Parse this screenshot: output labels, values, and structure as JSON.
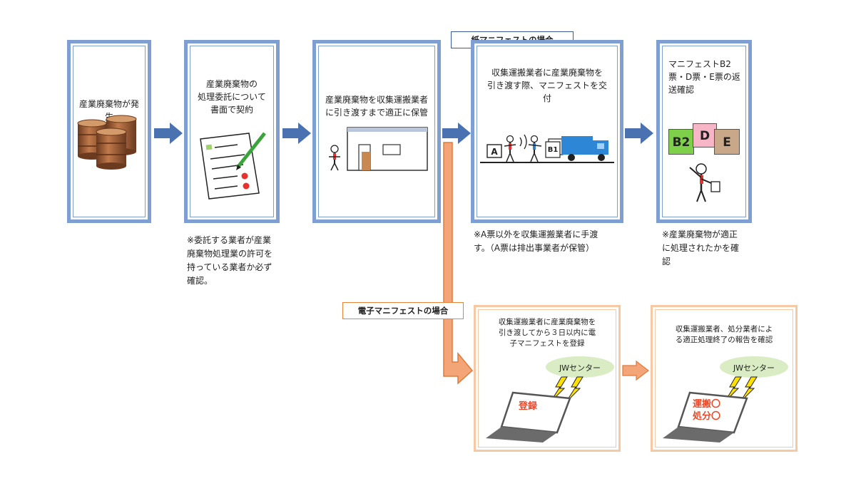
{
  "paper_label": "紙マニフェストの場合",
  "electronic_label": "電子マニフェストの場合",
  "steps": [
    {
      "text": "産業廃棄物が発生"
    },
    {
      "text_lines": [
        "産業廃棄物の",
        "処理委託について",
        "書面で契約"
      ]
    },
    {
      "text_lines": [
        "産業廃棄物を収集運搬業者",
        "に引き渡すまで適正に保管"
      ]
    },
    {
      "text_lines": [
        "収集運搬業者に産業廃棄物を",
        "引き渡す際、マニフェストを交",
        "付"
      ],
      "slip_a": "A",
      "slip_b1": "B1"
    },
    {
      "text_lines": [
        "マニフェストB2",
        "票・D票・E票の返",
        "送確認"
      ],
      "slips": [
        "B2",
        "D",
        "E"
      ]
    }
  ],
  "notes": [
    {
      "lines": [
        "※委託する業者が産業",
        "廃棄物処理業の許可を",
        "持っている業者か必ず",
        "確認。"
      ]
    },
    {
      "lines": [
        "※A票以外を収集運搬業者に手渡",
        "す。（A票は排出事業者が保管）"
      ]
    },
    {
      "lines": [
        "※産業廃棄物が適正",
        "に処理されたかを確",
        "認"
      ]
    }
  ],
  "electronic_steps": [
    {
      "text_lines": [
        "収集運搬業者に産業廃棄物を",
        "引き渡してから３日以内に電",
        "子マニフェストを登録"
      ],
      "bubble": "JWセンター",
      "screen_text": "登録"
    },
    {
      "text_lines": [
        "収集運搬業者、処分業者によ",
        "る適正処理終了の報告を確認"
      ],
      "bubble": "JWセンター",
      "screen_lines": [
        "運搬〇",
        "処分〇"
      ]
    }
  ],
  "colors": {
    "blue_border": "#7f9fd3",
    "blue_arrow": "#4a72b0",
    "orange_border": "#f6c8a3",
    "orange_arrow": "#ef9060",
    "green_bubble": "#d9ecc4",
    "bolt": "#ffe100",
    "screen_red": "#e84a2a"
  }
}
